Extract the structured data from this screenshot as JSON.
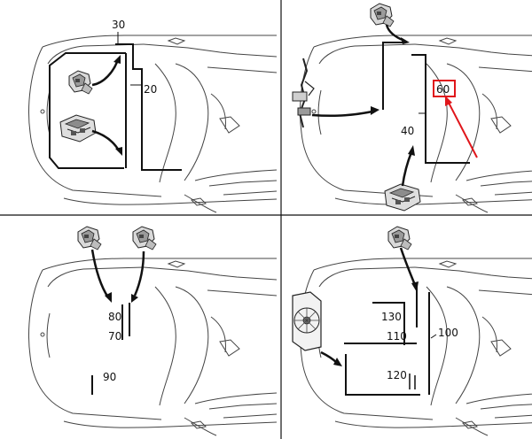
{
  "colors": {
    "line": "#111111",
    "highlight": "#e0161b",
    "background": "#ffffff"
  },
  "panels": [
    {
      "id": "top-left",
      "callouts": [
        {
          "id": "30",
          "text": "30"
        },
        {
          "id": "20",
          "text": "20"
        }
      ],
      "components": [
        "relay-module-icon",
        "relay-module-icon"
      ]
    },
    {
      "id": "top-right",
      "callouts": [
        {
          "id": "60",
          "text": "60",
          "highlighted": true
        },
        {
          "id": "40",
          "text": "40"
        }
      ],
      "components": [
        "relay-module-icon",
        "wiring-harness-icon",
        "fuse-block-icon"
      ]
    },
    {
      "id": "bottom-left",
      "callouts": [
        {
          "id": "80",
          "text": "80"
        },
        {
          "id": "70",
          "text": "70"
        },
        {
          "id": "90",
          "text": "90"
        }
      ],
      "components": [
        "relay-module-icon",
        "relay-module-icon"
      ]
    },
    {
      "id": "bottom-right",
      "callouts": [
        {
          "id": "130",
          "text": "130"
        },
        {
          "id": "110",
          "text": "110"
        },
        {
          "id": "100",
          "text": "100"
        },
        {
          "id": "120",
          "text": "120"
        }
      ],
      "components": [
        "relay-module-icon",
        "fan-shroud-icon"
      ]
    }
  ]
}
